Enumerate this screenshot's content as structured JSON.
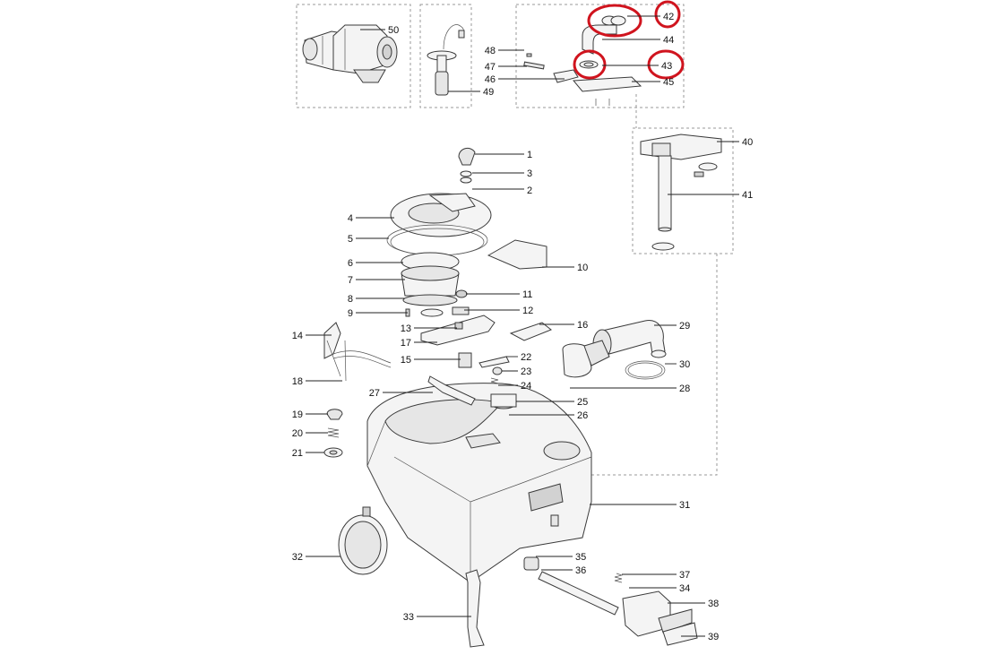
{
  "diagram": {
    "labels": [
      "50",
      "48",
      "47",
      "46",
      "49",
      "42",
      "44",
      "43",
      "45",
      "40",
      "41",
      "1",
      "3",
      "2",
      "4",
      "5",
      "10",
      "6",
      "7",
      "11",
      "8",
      "9",
      "12",
      "13",
      "16",
      "29",
      "14",
      "17",
      "22",
      "15",
      "23",
      "30",
      "24",
      "18",
      "27",
      "28",
      "25",
      "26",
      "19",
      "20",
      "21",
      "31",
      "32",
      "35",
      "36",
      "37",
      "34",
      "38",
      "33",
      "39"
    ],
    "highlighted": [
      "42",
      "43"
    ],
    "highlight_color": "#d0141e"
  }
}
